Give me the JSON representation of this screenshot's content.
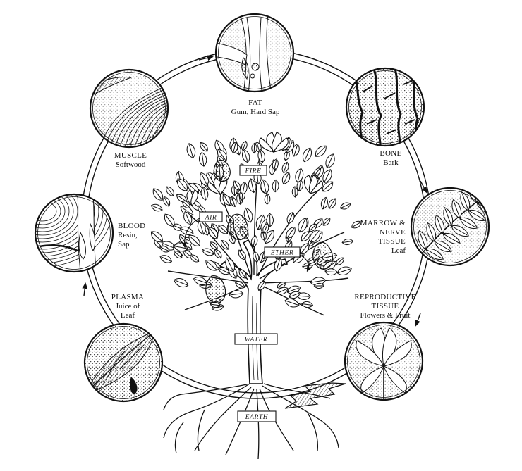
{
  "cycle": [
    {
      "id": "fat",
      "title": [
        "FAT"
      ],
      "sub": [
        "Gum, Hard Sap"
      ]
    },
    {
      "id": "bone",
      "title": [
        "BONE"
      ],
      "sub": [
        "Bark"
      ]
    },
    {
      "id": "marrow",
      "title": [
        "MARROW &",
        "NERVE",
        "TISSUE"
      ],
      "sub": [
        "Leaf"
      ]
    },
    {
      "id": "reproductive",
      "title": [
        "REPRODUCTIVE",
        "TISSUE"
      ],
      "sub": [
        "Flowers & Fruit"
      ]
    },
    {
      "id": "plasma",
      "title": [
        "PLASMA"
      ],
      "sub": [
        "Juice of",
        "Leaf"
      ]
    },
    {
      "id": "blood",
      "title": [
        "BLOOD"
      ],
      "sub": [
        "Resin,",
        "Sap"
      ]
    },
    {
      "id": "muscle",
      "title": [
        "MUSCLE"
      ],
      "sub": [
        "Softwood"
      ]
    }
  ],
  "elements": {
    "fire": "FIRE",
    "air": "AIR",
    "ether": "ETHER",
    "water": "WATER",
    "earth": "EARTH"
  }
}
